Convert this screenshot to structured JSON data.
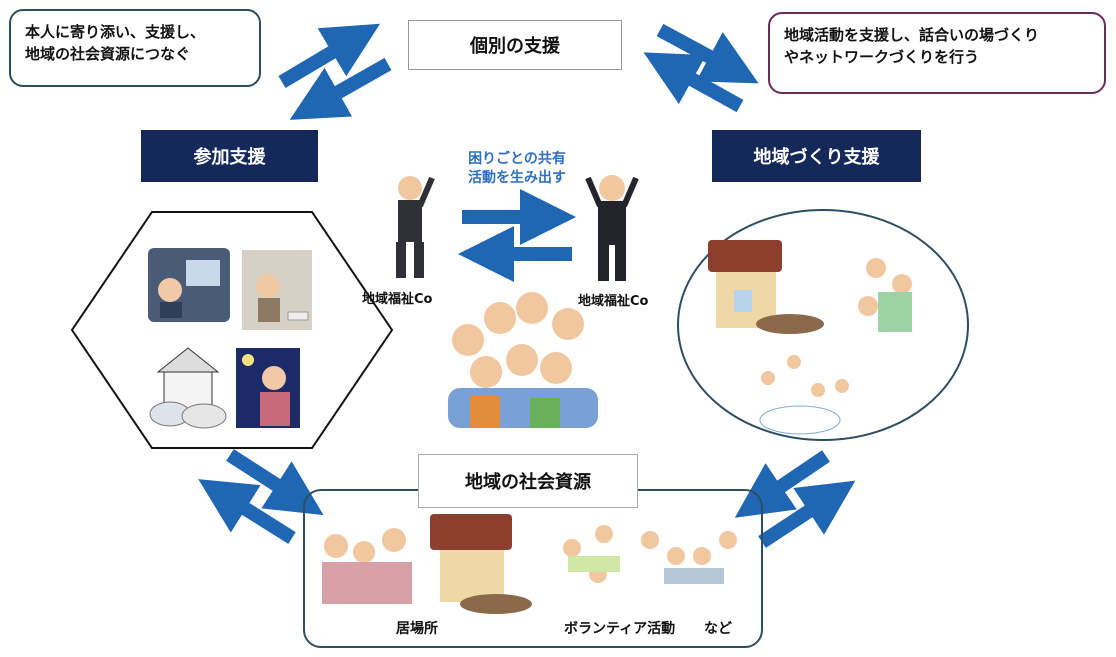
{
  "top_left_callout": "本人に寄り添い、支援し、\n地域の社会資源につなぐ",
  "top_right_callout": "地域活動を支援し、話合いの場づくり\nやネットワークづくりを行う",
  "center_top_box": "個別の支援",
  "left_header": "参加支援",
  "right_header": "地域づくり支援",
  "center_caption_line1": "困りごとの共有",
  "center_caption_line2": "活動を生み出す",
  "coordinator_left": "地域福祉Co",
  "coordinator_right": "地域福祉Co",
  "bottom_title": "地域の社会資源",
  "bottom_labels": {
    "ibasho": "居場所",
    "volunteer": "ボランティア活動",
    "etc": "など"
  },
  "colors": {
    "arrow_blue": "#1f66b3",
    "navy": "#14285a",
    "caption_blue": "#2f6fc1"
  }
}
